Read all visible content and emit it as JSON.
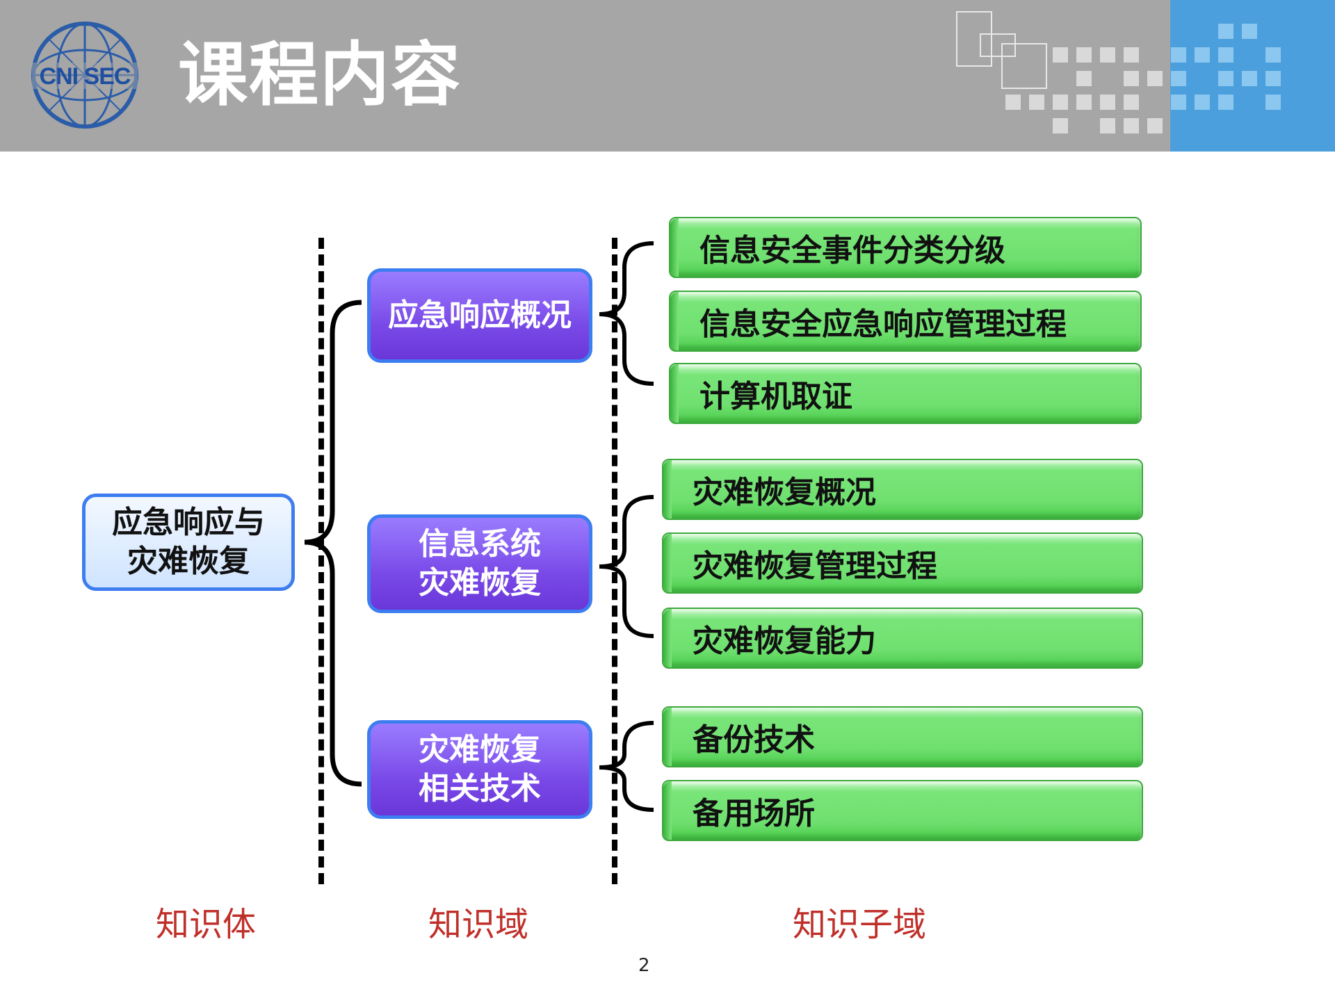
{
  "header": {
    "title": "课程内容",
    "logo_text": "CNI SEC",
    "colors": {
      "bar": "#a6a6a6",
      "accent": "#4a9fdc"
    }
  },
  "diagram": {
    "root": {
      "line1": "应急响应与",
      "line2": "灾难恢复"
    },
    "domains": [
      {
        "line1": "应急响应概况",
        "line2": "",
        "subdomains": [
          "信息安全事件分类分级",
          "信息安全应急响应管理过程",
          "计算机取证"
        ]
      },
      {
        "line1": "信息系统",
        "line2": "灾难恢复",
        "subdomains": [
          "灾难恢复概况",
          "灾难恢复管理过程",
          "灾难恢复能力"
        ]
      },
      {
        "line1": "灾难恢复",
        "line2": "相关技术",
        "subdomains": [
          "备份技术",
          "备用场所"
        ]
      }
    ],
    "column_labels": [
      "知识体",
      "知识域",
      "知识子域"
    ],
    "colors": {
      "root_border": "#3d7df0",
      "domain_fill": "#7a4ae8",
      "subdomain_fill": "#6fe06f",
      "label": "#c0302a"
    }
  },
  "footer": {
    "page_number": "2"
  }
}
